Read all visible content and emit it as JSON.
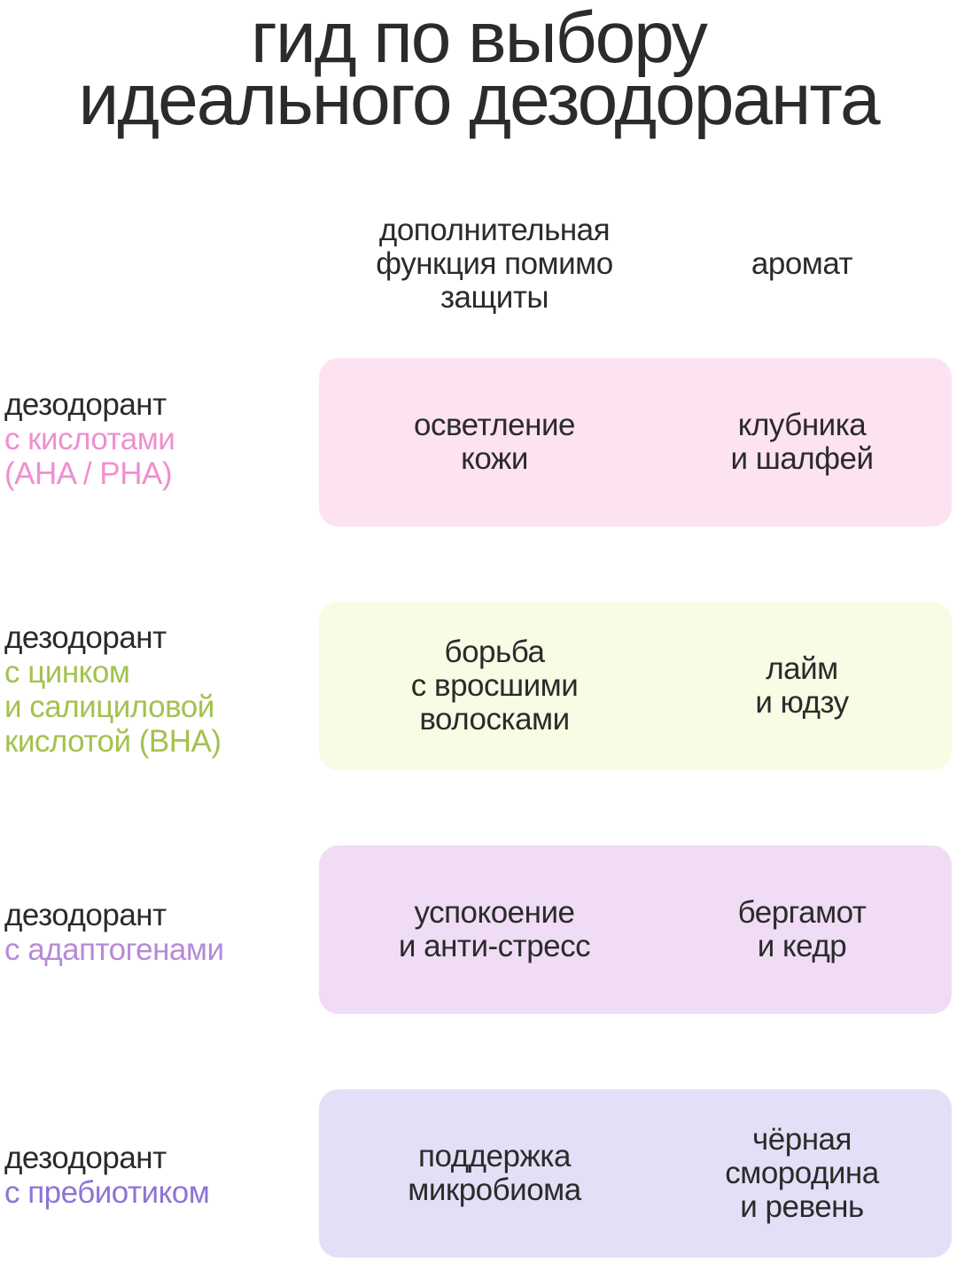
{
  "title": {
    "line1": "гид по выбору",
    "line2": "идеального дезодоранта"
  },
  "headers": {
    "function": "дополнительная функция помимо защиты",
    "aroma": "аромат"
  },
  "colors": {
    "text": "#2b2b2b",
    "row1_accent": "#f08fd0",
    "row1_card": "#fde2f1",
    "row2_accent": "#a3c24f",
    "row2_card": "#f6fde4",
    "row3_accent": "#b78ad8",
    "row3_card": "#f0dcf5",
    "row4_accent": "#8e74d6",
    "row4_card": "#e2dff7"
  },
  "rows": [
    {
      "label_lines": [
        "дезодорант",
        "с кислотами",
        "(AHA / PHA)"
      ],
      "function_lines": [
        "осветление",
        "кожи"
      ],
      "aroma_lines": [
        "клубника",
        "и шалфей"
      ]
    },
    {
      "label_lines": [
        "дезодорант",
        "с цинком",
        "и салициловой",
        "кислотой (BHA)"
      ],
      "function_lines": [
        "борьба",
        "с вросшими",
        "волосками"
      ],
      "aroma_lines": [
        "лайм",
        "и юдзу"
      ]
    },
    {
      "label_lines": [
        "дезодорант",
        "с адаптогенами"
      ],
      "function_lines": [
        "успокоение",
        "и анти-стресс"
      ],
      "aroma_lines": [
        "бергамот",
        "и кедр"
      ]
    },
    {
      "label_lines": [
        "дезодорант",
        "с пребиотиком"
      ],
      "function_lines": [
        "поддержка",
        "микробиома"
      ],
      "aroma_lines": [
        "чёрная",
        "смородина",
        "и ревень"
      ]
    }
  ]
}
